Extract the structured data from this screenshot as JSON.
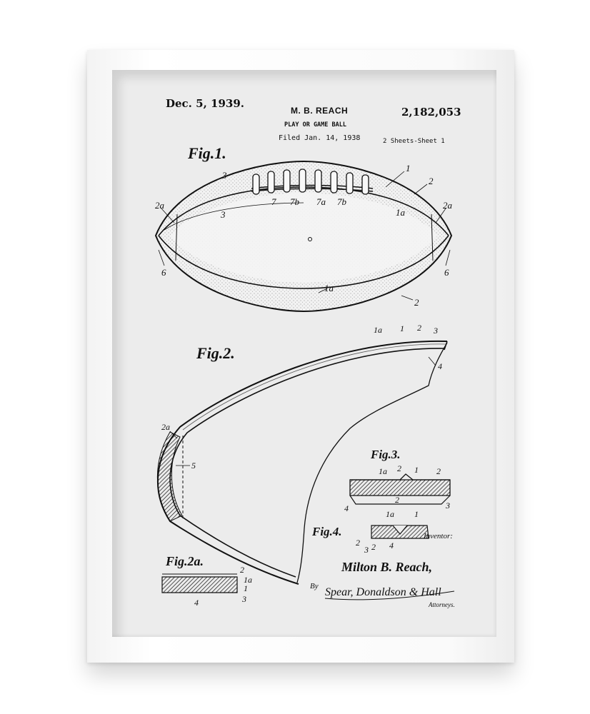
{
  "patent": {
    "date": "Dec. 5, 1939.",
    "inventor_header": "M. B. REACH",
    "patent_number": "2,182,053",
    "title": "PLAY OR GAME BALL",
    "filed": "Filed Jan. 14, 1938",
    "sheets": "2 Sheets-Sheet 1"
  },
  "figures": {
    "fig1": "Fig.1.",
    "fig2": "Fig.2.",
    "fig2a": "Fig.2a.",
    "fig3": "Fig.3.",
    "fig4": "Fig.4."
  },
  "labels": {
    "fig1": [
      "3",
      "3",
      "7",
      "7b",
      "7a",
      "7b",
      "1",
      "2",
      "1a",
      "2a",
      "2a",
      "6",
      "6",
      "1a",
      "2"
    ],
    "fig2": [
      "1a",
      "1",
      "2",
      "3",
      "4",
      "2a",
      "5"
    ],
    "fig3": [
      "1a",
      "2",
      "1",
      "2",
      "2",
      "4",
      "3"
    ],
    "fig4": [
      "1a",
      "1",
      "2",
      "3",
      "4",
      "2"
    ],
    "fig2a": [
      "2",
      "1a",
      "1",
      "3",
      "4"
    ]
  },
  "signature": {
    "inventor_label": "Inventor:",
    "inventor_name": "Milton B. Reach,",
    "by": "By",
    "attorneys_sig": "Spear, Donaldson & Hall",
    "attorneys_label": "Attorneys."
  },
  "colors": {
    "frame": "#ffffff",
    "paper": "#ececec",
    "ink": "#111111"
  }
}
